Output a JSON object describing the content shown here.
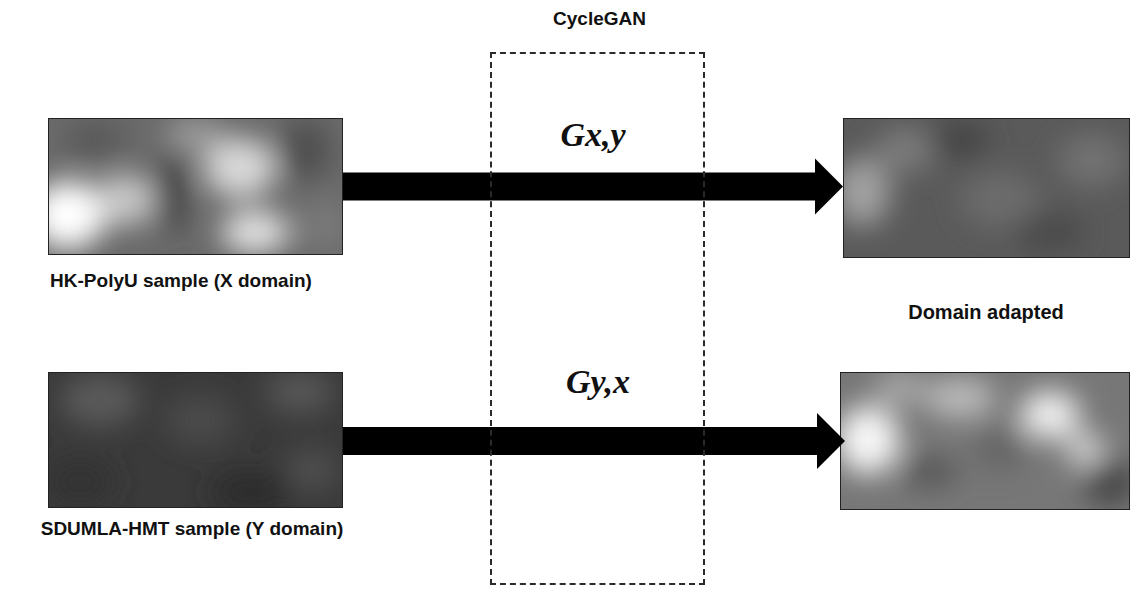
{
  "diagram": {
    "nodes": [
      {
        "text": [
          "CycleGAN"
        ]
      },
      {
        "text": [
          "HK-PolyU sample (X domain)"
        ]
      },
      {
        "text": [
          "Domain adapted"
        ]
      },
      {
        "text": [
          "SDUMLA-HMT sample (Y domain)"
        ]
      }
    ],
    "edges": [
      {
        "from": 1,
        "to": 2,
        "arrow": "to",
        "label": "Gx,y"
      }
    ],
    "labels": [
      "Gy,x"
    ]
  }
}
